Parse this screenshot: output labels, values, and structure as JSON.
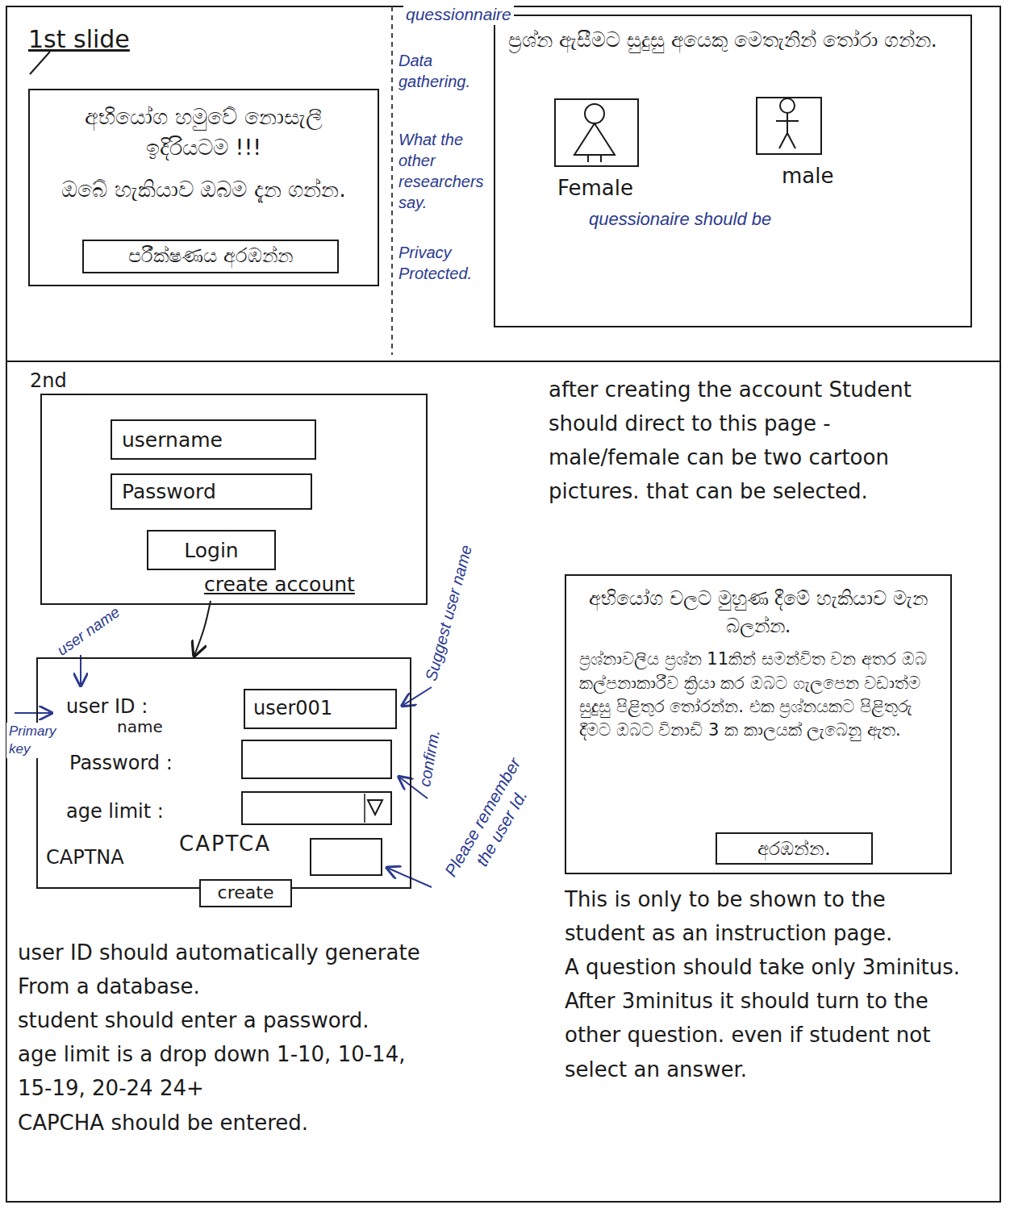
{
  "diagram": {
    "nodes": [
      {
        "text": [
          "1st slide",
          "අභියෝග හමුවේ නොසැලී ඉදිරියටම !!!",
          "ඔබේ හැකියාව ඔබම දැන ගන්න."
        ]
      },
      {
        "text": [
          "පරීක්ෂණය අරඹන්න"
        ],
        "in": 0
      },
      {
        "text": [
          "ප්‍රශ්න ඇසීමට සුදුසු අයෙකු මෙතැනින් තෝරා ගන්න."
        ]
      },
      {
        "text": [
          "Female"
        ],
        "in": 2
      },
      {
        "text": [
          "male"
        ],
        "in": 2
      },
      {
        "text": [
          "2nd"
        ]
      },
      {
        "text": [
          "username"
        ],
        "in": 5
      },
      {
        "text": [
          "Password"
        ],
        "in": 5
      },
      {
        "text": [
          "Login"
        ],
        "in": 5
      },
      {
        "text": [
          "create account"
        ],
        "in": 5
      },
      {
        "text": [
          "user ID :",
          "Password :",
          "age limit :",
          "CAPTNA"
        ]
      },
      {
        "text": [
          "user001"
        ],
        "in": 10
      },
      {
        "text": [
          "create"
        ],
        "in": 10
      },
      {
        "text": [
          "අභියෝග වලට මුහුණ දීමේ හැකියාව මැන බලන්න.",
          "ප්‍රශ්නාවලිය ප්‍රශ්න 11කින් සමන්විත වන අතර ඔබ කල්පනාකාරීව ක්‍රියා කර ඔබට ගැලපෙන වඩාත්ම සුදුසු පිළිතුර තෝරන්න. එක ප්‍රශ්නයකට පිළිතුරු දීමට ඔබට විනාඩි 3 ක කාලයක් ලැබෙනු ඇත."
        ]
      },
      {
        "text": [
          "අරඹන්න."
        ],
        "in": 13
      }
    ],
    "edges": [
      {
        "from": 9,
        "to": 10,
        "arrow": "to"
      }
    ],
    "labels": [
      "quessionnaire",
      "Data gathering.",
      "What the other researchers say.",
      "Privacy Protected.",
      "quessionaire should be",
      "after creating the account Student should direct to this page - male/female can be two cartoon pictures. that can be selected.",
      "user name",
      "Primary key",
      "name",
      "Suggest user name",
      "confirm.",
      "Please remember the user Id.",
      "CAPTCA",
      "user ID should automatically generate From a database.",
      "student should enter a password.",
      "age limit is a drop down 1-10, 10-14, 15-19, 20-24 24+",
      "CAPCHA should be entered.",
      "This is only to be shown to the student as an instruction page.",
      "A question should take only 3minitus. After 3minitus it should turn to the other question. even if student not select an answer."
    ]
  }
}
